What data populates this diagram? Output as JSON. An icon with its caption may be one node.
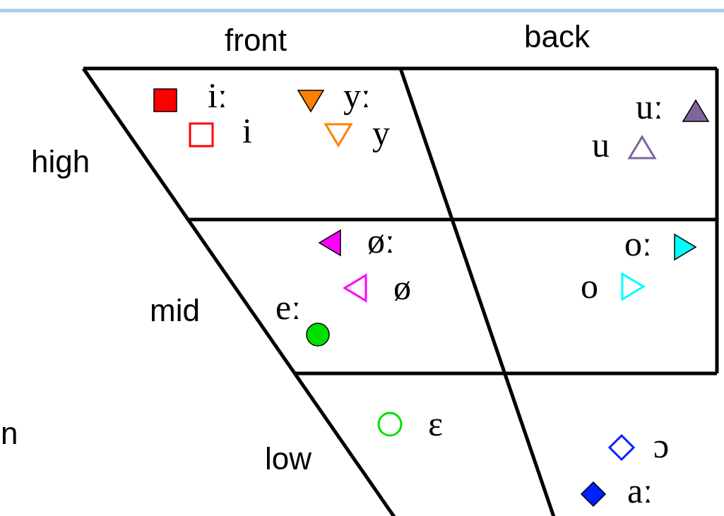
{
  "diagram": {
    "labels": [
      "front",
      "back",
      "iː",
      "yː",
      "uː",
      "i",
      "y",
      "high",
      "u",
      "øː",
      "oː",
      "ø",
      "o",
      "mid",
      "eː",
      "ɛ",
      "n",
      "low",
      "ɔ",
      "aː"
    ]
  }
}
